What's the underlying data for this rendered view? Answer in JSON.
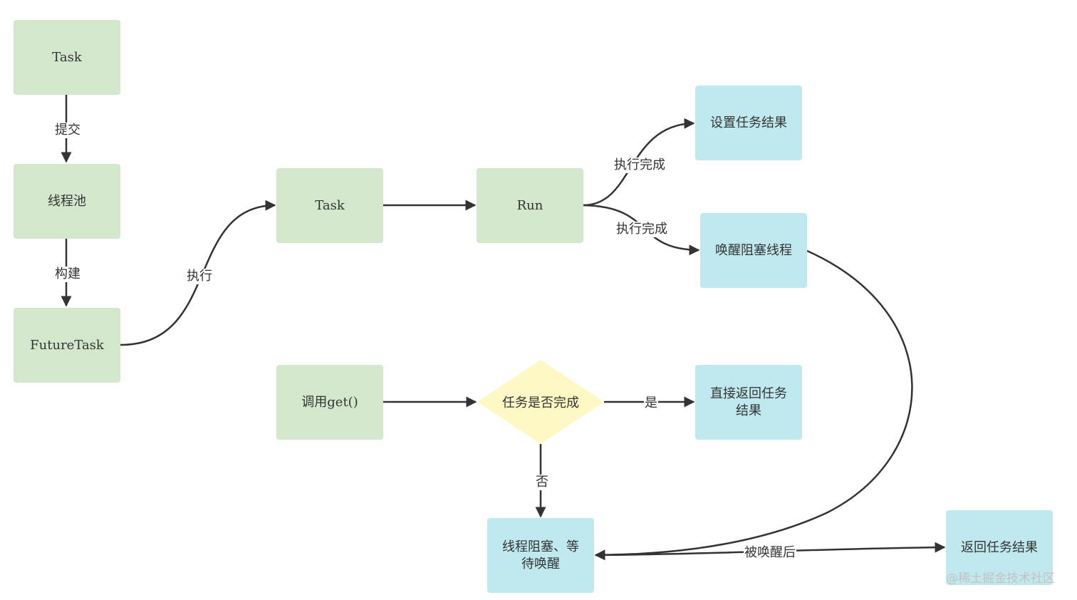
{
  "nodes": {
    "task_submit": "Task",
    "thread_pool": "线程池",
    "future_task": "FutureTask",
    "task_run": "Task",
    "run": "Run",
    "set_result": "设置任务结果",
    "wake_blocked": "唤醒阻塞线程",
    "call_get": "调用get()",
    "is_done": "任务是否完成",
    "return_direct_line1": "直接返回任务",
    "return_direct_line2": "结果",
    "blocked_wait_line1": "线程阻塞、等",
    "blocked_wait_line2": "待唤醒",
    "return_result": "返回任务结果"
  },
  "edges": {
    "submit": "提交",
    "build": "构建",
    "execute": "执行",
    "done_set": "执行完成",
    "done_wake": "执行完成",
    "yes": "是",
    "no": "否",
    "after_wake": "被唤醒后"
  },
  "colors": {
    "green_node": "#d3e7cd",
    "blue_node": "#bfe9ef",
    "decision": "#fdf8c4",
    "edge": "#333333"
  },
  "watermark": "@稀土掘金技术社区"
}
